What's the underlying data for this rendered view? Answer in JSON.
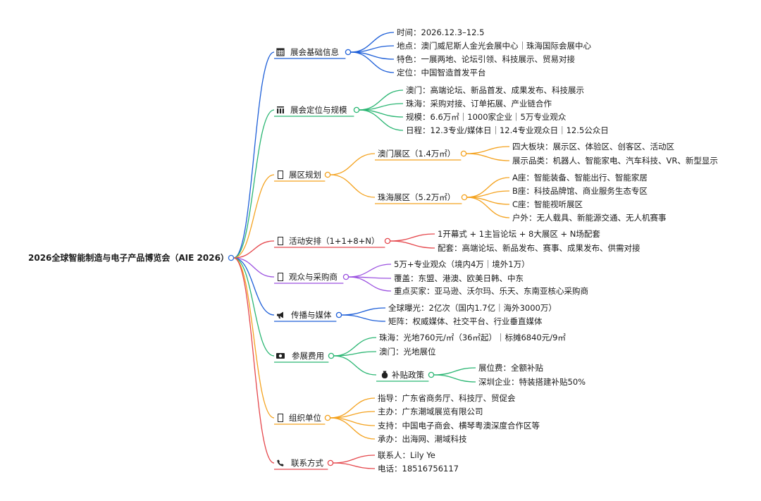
{
  "root": {
    "label": "2026全球智能制造与电子产品博览会（AIE 2026）",
    "color": "#2f6fdc"
  },
  "branches": [
    {
      "id": "basic",
      "icon": "calendar-icon",
      "label": "展会基础信息",
      "color": "#1e5fd8",
      "children": [
        {
          "label": "时间：2026.12.3–12.5"
        },
        {
          "label": "地点：澳门威尼斯人金光会展中心｜珠海国际会展中心"
        },
        {
          "label": "特色：一展两地、论坛引领、科技展示、贸易对接"
        },
        {
          "label": "定位：中国智造首发平台"
        }
      ]
    },
    {
      "id": "positioning",
      "icon": "bar-chart-icon",
      "label": "展会定位与规模",
      "color": "#2bb673",
      "children": [
        {
          "label": "澳门：高端论坛、新品首发、成果发布、科技展示"
        },
        {
          "label": "珠海：采购对接、订单拓展、产业链合作"
        },
        {
          "label": "规模：6.6万㎡｜1000家企业｜5万专业观众"
        },
        {
          "label": "日程：12.3专业/媒体日｜12.4专业观众日｜12.5公众日"
        }
      ]
    },
    {
      "id": "zones",
      "icon": "map-icon",
      "label": "展区规划",
      "color": "#f4a21e",
      "children": [
        {
          "label": "澳门展区（1.4万㎡）",
          "children": [
            {
              "label": "四大板块：展示区、体验区、创客区、活动区"
            },
            {
              "label": "展示品类：机器人、智能家电、汽车科技、VR、新型显示"
            }
          ]
        },
        {
          "label": "珠海展区（5.2万㎡）",
          "children": [
            {
              "label": "A座：智能装备、智能出行、智能家居"
            },
            {
              "label": "B座：科技品牌馆、商业服务生态专区"
            },
            {
              "label": "C座：智能视听展区"
            },
            {
              "label": "户外：无人载具、新能源交通、无人机赛事"
            }
          ]
        }
      ]
    },
    {
      "id": "events",
      "icon": "event-icon",
      "label": "活动安排（1+1+8+N）",
      "color": "#e5484d",
      "children": [
        {
          "label": "1开幕式 + 1主旨论坛 + 8大展区 + N场配套"
        },
        {
          "label": "配套：高端论坛、新品发布、赛事、成果发布、供需对接"
        }
      ]
    },
    {
      "id": "audience",
      "icon": "people-icon",
      "label": "观众与采购商",
      "color": "#9b51e0",
      "children": [
        {
          "label": "5万+专业观众（境内4万｜境外1万）"
        },
        {
          "label": "覆盖：东盟、港澳、欧美日韩、中东"
        },
        {
          "label": "重点买家：亚马逊、沃尔玛、乐天、东南亚核心采购商"
        }
      ]
    },
    {
      "id": "media",
      "icon": "megaphone-icon",
      "label": "传播与媒体",
      "color": "#1e5fd8",
      "children": [
        {
          "label": "全球曝光：2亿次（国内1.7亿｜海外3000万）"
        },
        {
          "label": "矩阵：权威媒体、社交平台、行业垂直媒体"
        }
      ]
    },
    {
      "id": "fees",
      "icon": "money-icon",
      "label": "参展费用",
      "color": "#2bb673",
      "children": [
        {
          "label": "珠海：光地760元/㎡（36㎡起）｜标摊6840元/9㎡"
        },
        {
          "label": "澳门：光地展位"
        },
        {
          "label": "补贴政策",
          "icon": "money-bag-icon",
          "children": [
            {
              "label": "展位费：全额补贴"
            },
            {
              "label": "深圳企业：特装搭建补贴50%"
            }
          ]
        }
      ]
    },
    {
      "id": "organizers",
      "icon": "building-icon",
      "label": "组织单位",
      "color": "#f4a21e",
      "children": [
        {
          "label": "指导：广东省商务厅、科技厅、贸促会"
        },
        {
          "label": "主办：广东潮域展览有限公司"
        },
        {
          "label": "支持：中国电子商会、横琴粤澳深度合作区等"
        },
        {
          "label": "承办：出海网、潮域科技"
        }
      ]
    },
    {
      "id": "contact",
      "icon": "phone-icon",
      "label": "联系方式",
      "color": "#e5484d",
      "children": [
        {
          "label": "联系人：Lily Ye"
        },
        {
          "label": "电话：18516756117"
        }
      ]
    }
  ]
}
